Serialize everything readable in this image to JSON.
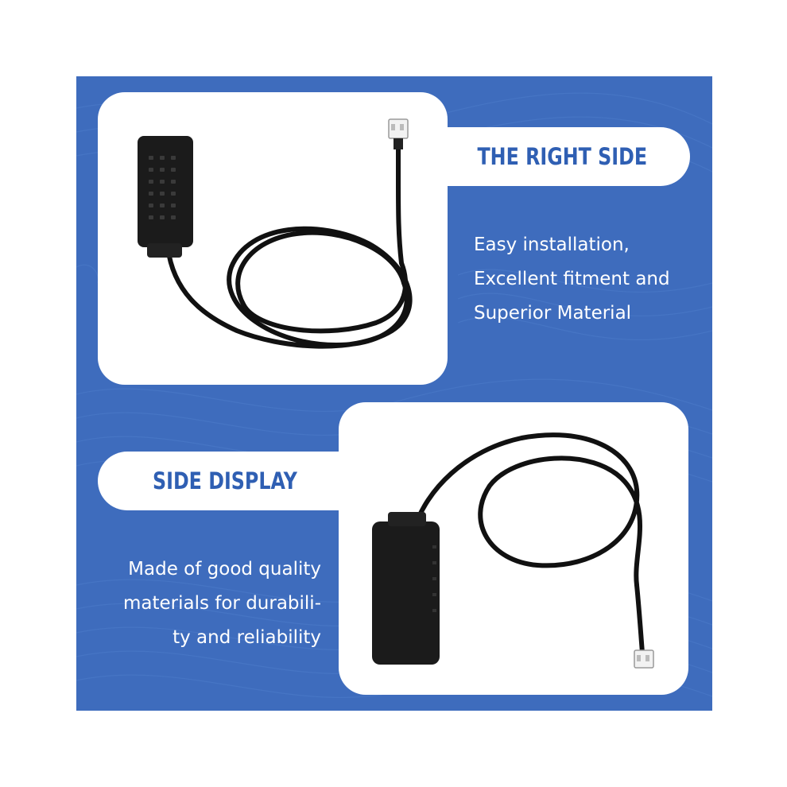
{
  "section_right": {
    "heading": "THE RIGHT SIDE",
    "description_lines": [
      "Easy installation,",
      "Excellent fitment and",
      "Superior Material"
    ]
  },
  "section_display": {
    "heading": "SIDE DISPLAY",
    "description_lines": [
      "Made of good quality",
      "materials for durabili-",
      "ty and reliability"
    ]
  },
  "colors": {
    "background_panel": "#3e6cbd",
    "card": "#ffffff",
    "heading_text": "#2f5fb3",
    "description_text": "#ffffff",
    "sensor_body": "#1b1b1b"
  },
  "images": {
    "top_photo": "sensor-with-cable-front-photo",
    "bottom_photo": "sensor-with-cable-side-photo"
  }
}
